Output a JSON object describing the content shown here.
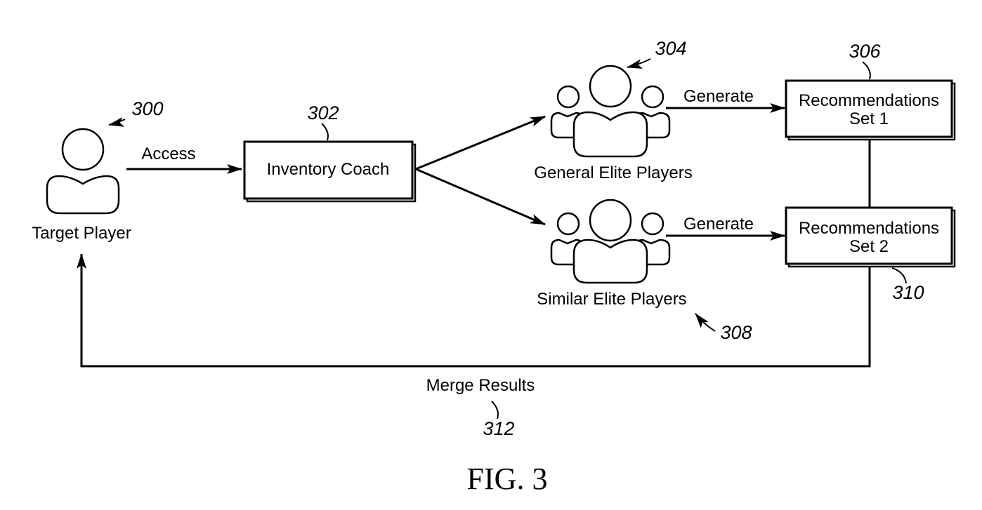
{
  "colors": {
    "ink": "#000000",
    "background": "#ffffff"
  },
  "nodes": {
    "target_player": {
      "label": "Target Player",
      "ref": "300"
    },
    "inventory_coach": {
      "label": "Inventory Coach",
      "ref": "302"
    },
    "general_elite": {
      "label": "General Elite Players",
      "ref": "304"
    },
    "rec_set_1": {
      "line1": "Recommendations",
      "line2": "Set 1",
      "ref": "306"
    },
    "similar_elite": {
      "label": "Similar Elite Players",
      "ref": "308"
    },
    "rec_set_2": {
      "line1": "Recommendations",
      "line2": "Set 2",
      "ref": "310"
    }
  },
  "edges": {
    "access": "Access",
    "generate_1": "Generate",
    "generate_2": "Generate",
    "merge": {
      "label": "Merge Results",
      "ref": "312"
    }
  },
  "figure_label": "FIG. 3",
  "icons": {
    "single_person": "person-icon",
    "group": "people-group-icon",
    "arrow": "arrow-icon"
  }
}
